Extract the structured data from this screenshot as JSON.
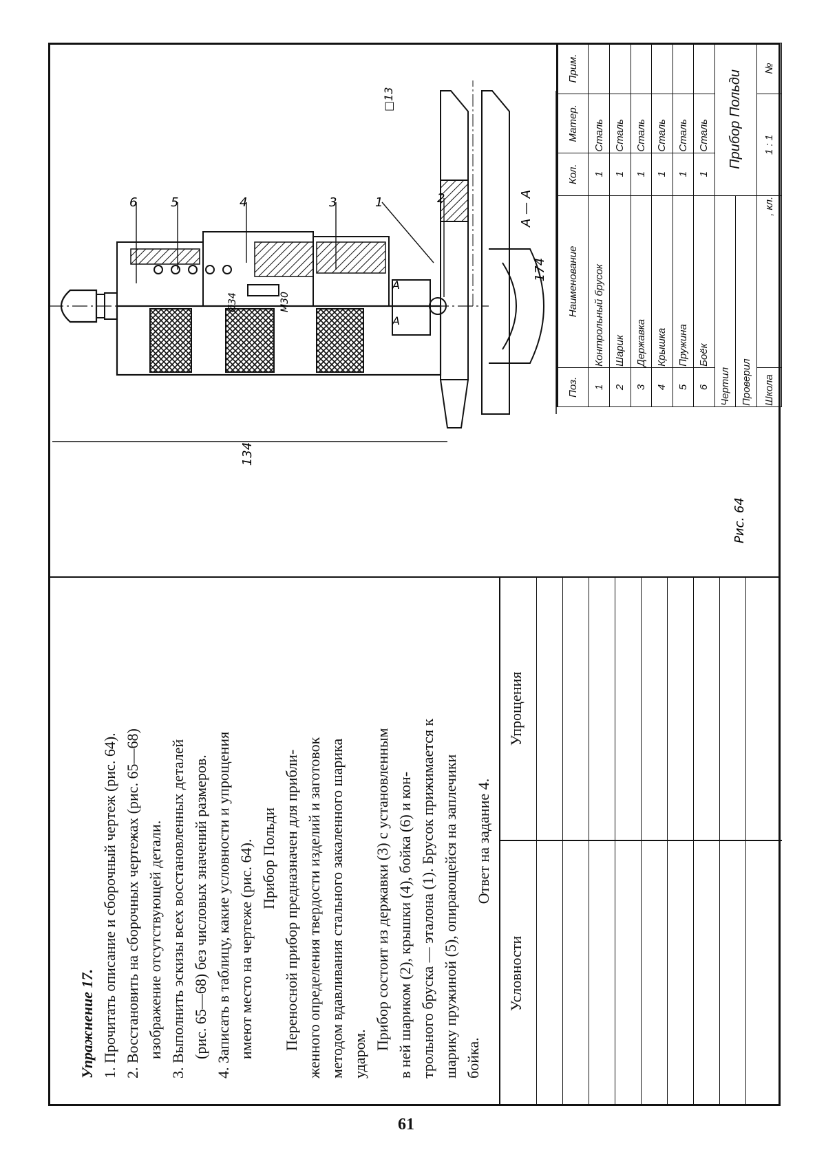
{
  "exercise": {
    "title": "Упражнение 17.",
    "lines": [
      "1. Прочитать описание и сборочный чертеж (рис. 64).",
      "2. Восстановить на сборочных чертежах (рис. 65—68)",
      "изображение отсутствующей детали.",
      "3. Выполнить эскизы всех восстановленных деталей",
      "(рис. 65—68) без числовых значений размеров.",
      "4. Записать в таблицу, какие условности и упрощения",
      "имеют место на чертеже (рис. 64)."
    ],
    "heading": "Прибор Польди",
    "para1": [
      "Переносной прибор предназначен для прибли-",
      "женного определения твердости изделий и заготовок",
      "методом вдавливания стального закаленного шарика",
      "ударом."
    ],
    "para2": [
      "Прибор состоит из державки (3) с установленным",
      "в ней шариком (2), крышки (4), бойка (6) и кон-",
      "трольного бруска — эталона (1). Брусок прижимается к",
      "шарику пружиной (5), опирающейся на заплечики",
      "бойка."
    ]
  },
  "answer": {
    "title": "Ответ на задание 4.",
    "col1": "Условности",
    "col2": "Упрощения"
  },
  "drawing": {
    "leaders": [
      "6",
      "5",
      "4",
      "3",
      "1",
      "2"
    ],
    "dims": {
      "d134": "134",
      "d174": "174",
      "d34": "Ø34",
      "m30": "M30",
      "sq13": "□13"
    },
    "section_mark": "A",
    "section_label": "A — A",
    "figure_caption": "Рис. 64"
  },
  "bom": {
    "headers": [
      "Поз.",
      "Наименование",
      "Кол.",
      "Матер.",
      "Прим."
    ],
    "rows": [
      [
        "1",
        "Контрольный брусок",
        "1",
        "Сталь",
        ""
      ],
      [
        "2",
        "Шарик",
        "1",
        "Сталь",
        ""
      ],
      [
        "3",
        "Державка",
        "1",
        "Сталь",
        ""
      ],
      [
        "4",
        "Крышка",
        "1",
        "Сталь",
        ""
      ],
      [
        "5",
        "Пружина",
        "1",
        "Сталь",
        ""
      ],
      [
        "6",
        "Боёк",
        "1",
        "Сталь",
        ""
      ]
    ],
    "stamp": {
      "drew": "Чертил",
      "checked": "Проверил",
      "school": "Школа",
      "class": ", кл.",
      "title": "Прибор Польди",
      "scale": "1 : 1",
      "num": "№"
    }
  },
  "page_number": "61"
}
